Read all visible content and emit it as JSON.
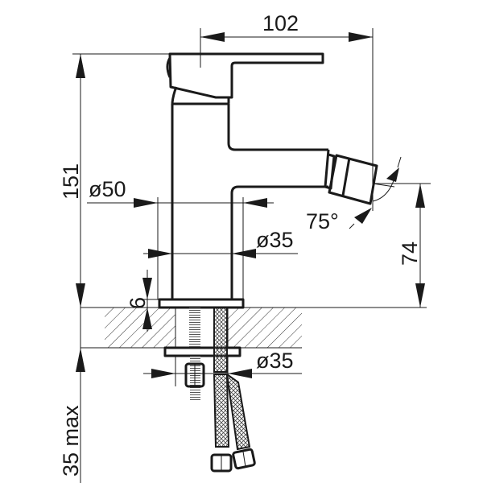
{
  "drawing": {
    "title": "Bidet mixer dimension drawing",
    "dimensions": {
      "width_102": "102",
      "height_151": "151",
      "spout_height_74": "74",
      "angle_75": "75°",
      "diameter_50": "ø50",
      "diameter_35_body": "ø35",
      "flange_6": "6",
      "diameter_35_bottom": "ø35",
      "counter_35max": "35 max"
    },
    "colors": {
      "line": "#1a1a1a",
      "background": "#ffffff"
    }
  }
}
